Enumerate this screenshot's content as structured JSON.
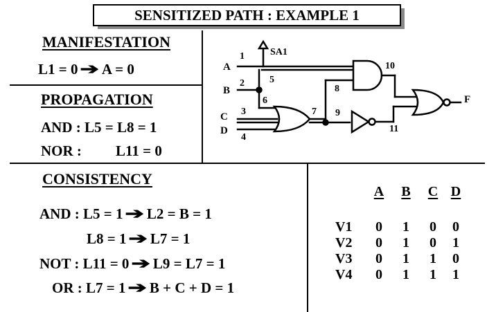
{
  "title": "SENSITIZED PATH : EXAMPLE 1",
  "manifestation": {
    "heading": "MANIFESTATION",
    "line_left": "L1 = 0",
    "line_right": "A = 0"
  },
  "propagation": {
    "heading": "PROPAGATION",
    "and_line": "AND : L5 = L8 = 1",
    "nor_label": "NOR :",
    "nor_value": "L11 = 0"
  },
  "consistency": {
    "heading": "CONSISTENCY",
    "and_left": "AND : L5 = 1",
    "and_right": "L2 = B = 1",
    "l8_left": "L8 = 1",
    "l8_right": "L7 = 1",
    "not_left": "NOT : L11 = 0",
    "not_right": "L9 = L7 = 1",
    "or_left": "OR : L7 = 1",
    "or_right": "B + C + D = 1"
  },
  "circuit": {
    "fault_label": "SA1",
    "inputs": [
      "A",
      "B",
      "C",
      "D"
    ],
    "output": "F",
    "line_numbers": [
      "1",
      "2",
      "3",
      "4",
      "5",
      "6",
      "7",
      "8",
      "9",
      "10",
      "11"
    ]
  },
  "vector_table": {
    "headers": [
      "A",
      "B",
      "C",
      "D"
    ],
    "rows": [
      {
        "name": "V1",
        "values": [
          "0",
          "1",
          "0",
          "0"
        ]
      },
      {
        "name": "V2",
        "values": [
          "0",
          "1",
          "0",
          "1"
        ]
      },
      {
        "name": "V3",
        "values": [
          "0",
          "1",
          "1",
          "0"
        ]
      },
      {
        "name": "V4",
        "values": [
          "0",
          "1",
          "1",
          "1"
        ]
      }
    ]
  }
}
